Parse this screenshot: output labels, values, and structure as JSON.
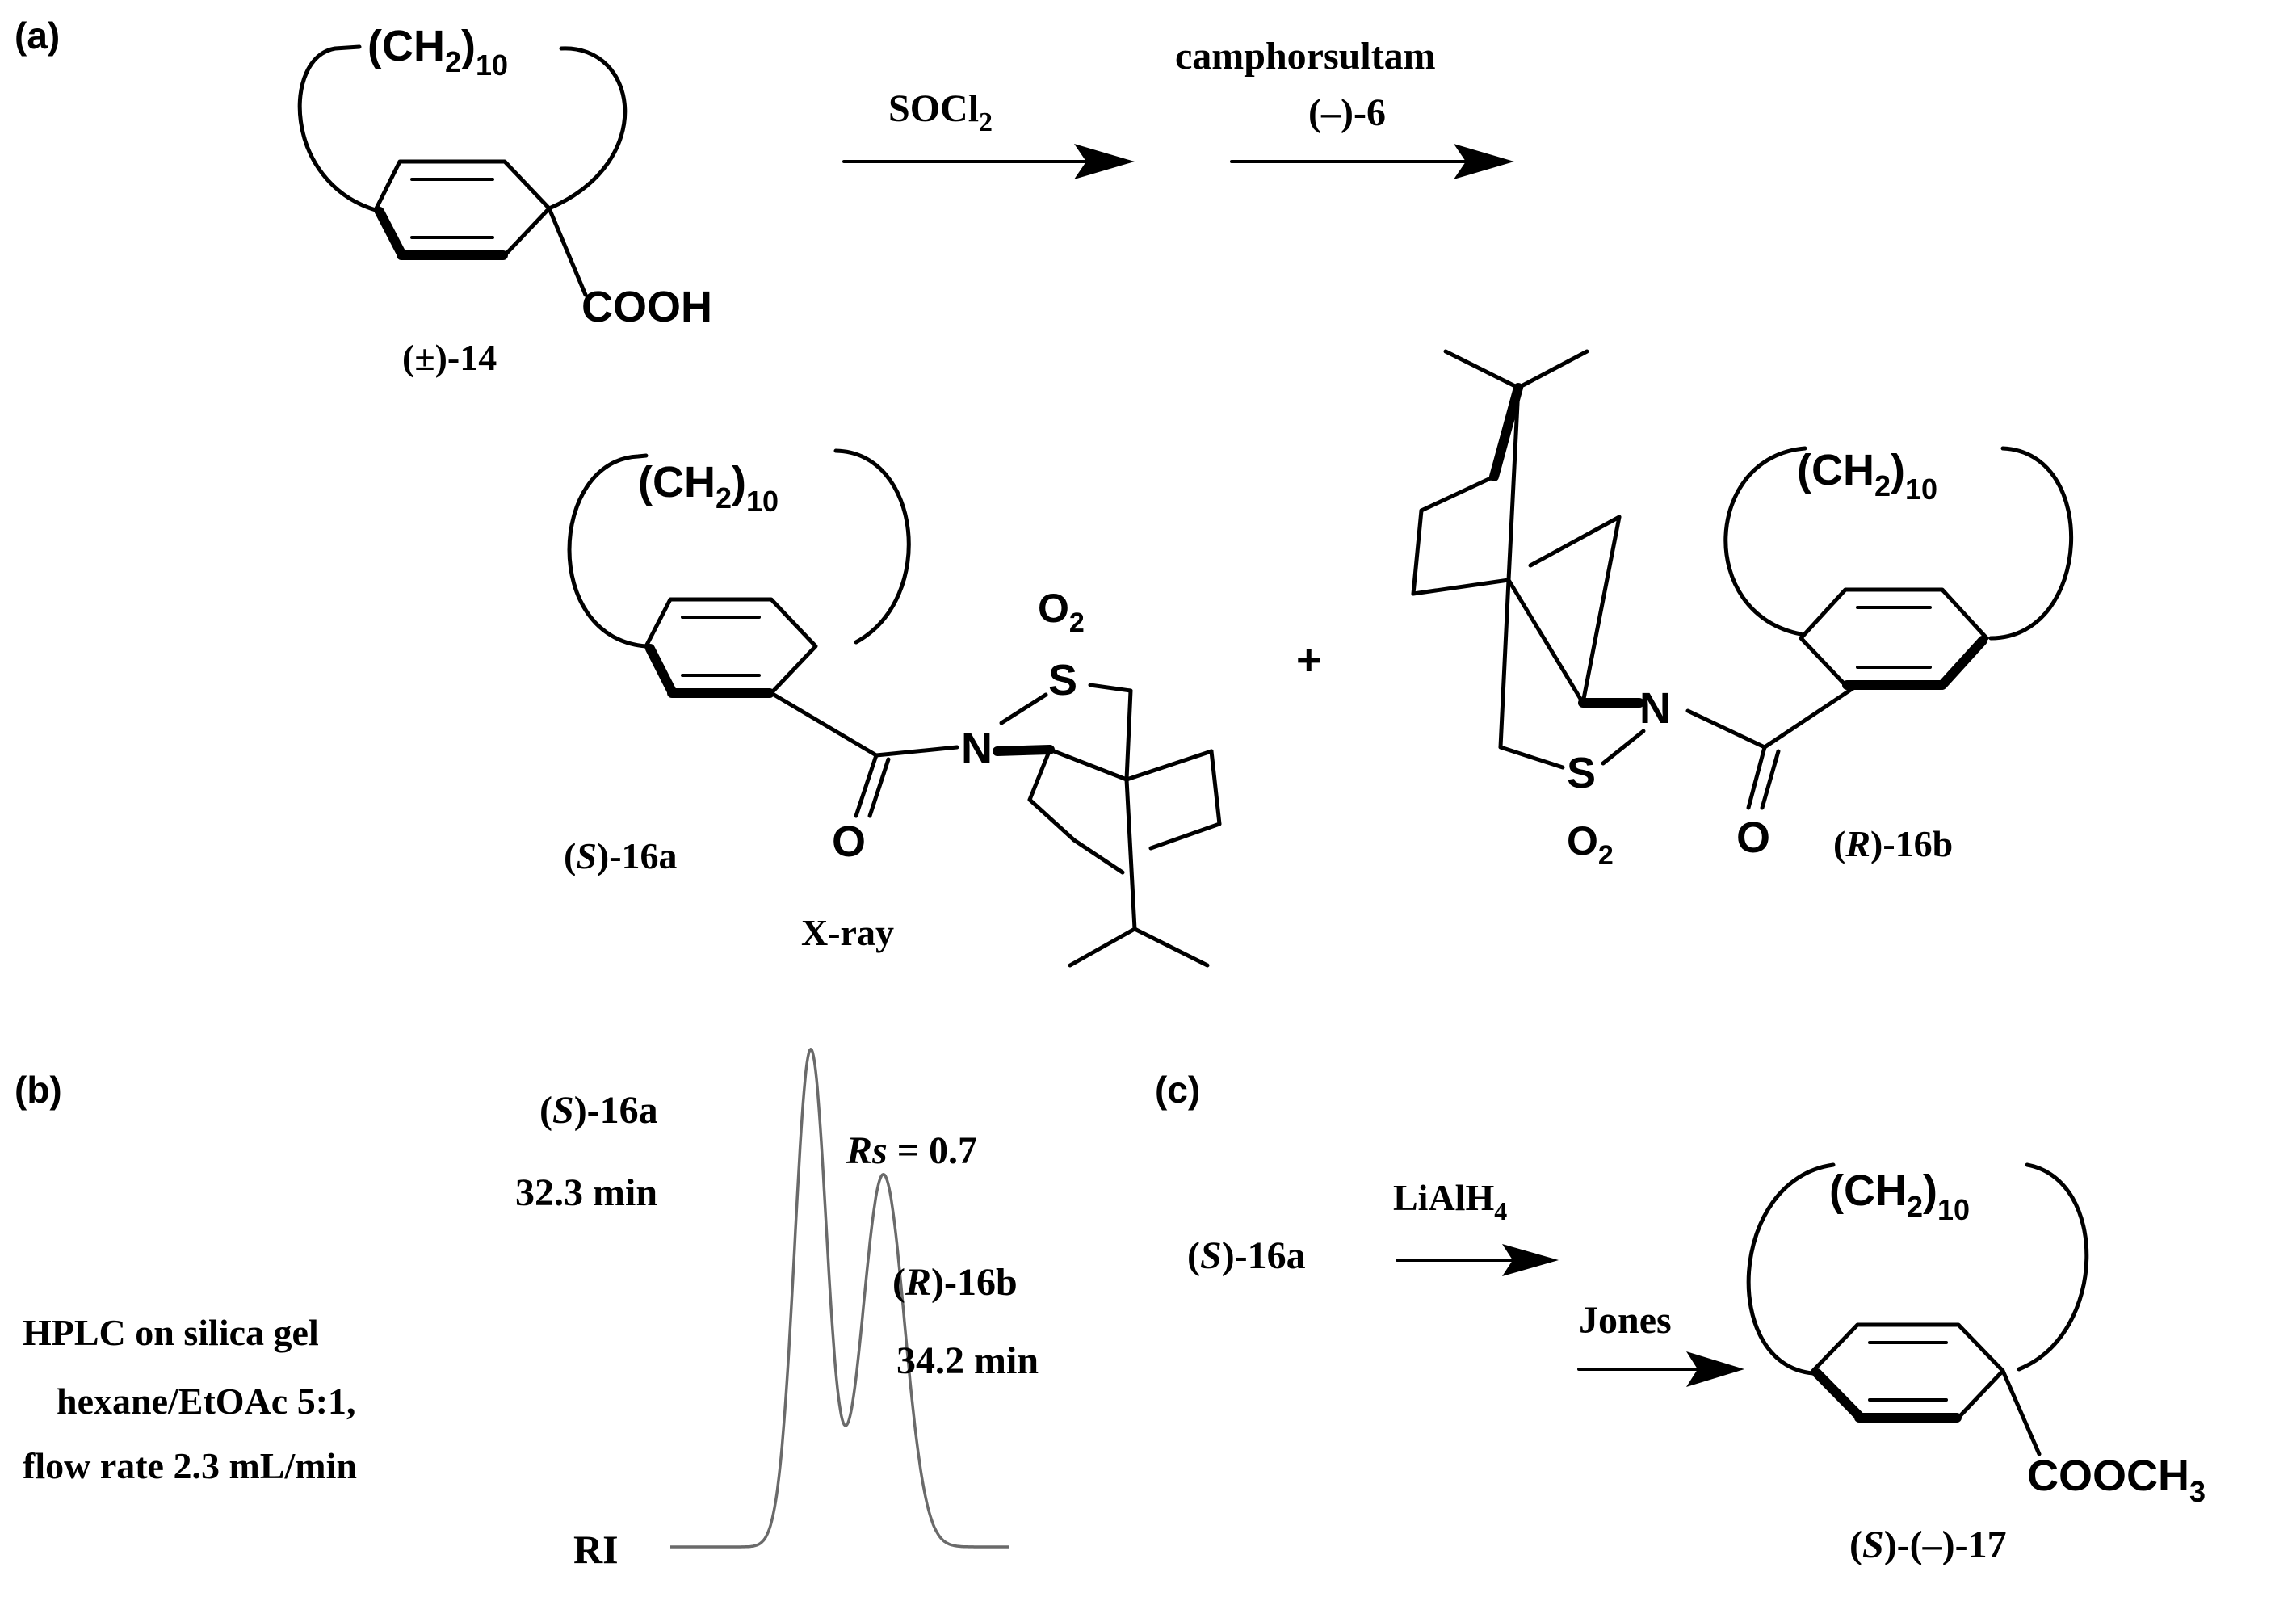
{
  "panels": {
    "a": {
      "label": "(a)",
      "start": {
        "ring_chain": "(CH",
        "ring_sub": "2",
        "ring_close": ")",
        "ring_n": "10",
        "group": "COOH",
        "name": "(±)-14"
      },
      "step1": {
        "reagent": "SOCl",
        "reagent_sub": "2"
      },
      "step2": {
        "reagent": "camphorsultam",
        "reagent_line2": "(–)-6"
      },
      "product1": {
        "ring_chain": "(CH",
        "ring_sub": "2",
        "ring_close": ")",
        "ring_n": "10",
        "o2": "O",
        "o2_sub": "2",
        "s": "S",
        "n": "N",
        "o": "O",
        "name_open": "(",
        "name_italic": "S",
        "name_rest": ")-16a",
        "note": "X-ray"
      },
      "plus": "+",
      "product2": {
        "ring_chain": "(CH",
        "ring_sub": "2",
        "ring_close": ")",
        "ring_n": "10",
        "o2": "O",
        "o2_sub": "2",
        "s": "S",
        "n": "N",
        "o": "O",
        "name_open": "(",
        "name_italic": "R",
        "name_rest": ")-16b"
      }
    },
    "b": {
      "label": "(b)",
      "peak1": {
        "name_open": "(",
        "name_italic": "S",
        "name_rest": ")-16a",
        "time": "32.3 min"
      },
      "peak2": {
        "name_open": "(",
        "name_italic": "R",
        "name_rest": ")-16b",
        "time": "34.2 min"
      },
      "resolution": {
        "symbol": "Rs",
        "value": " = 0.7"
      },
      "conditions": [
        "HPLC on silica gel",
        "hexane/EtOAc 5:1,",
        "flow rate 2.3 mL/min"
      ],
      "detector": "RI"
    },
    "c": {
      "label": "(c)",
      "start": {
        "name_open": "(",
        "name_italic": "S",
        "name_rest": ")-16a"
      },
      "reagent1": {
        "text": "LiAlH",
        "sub": "4"
      },
      "reagent2": "Jones",
      "product": {
        "ring_chain": "(CH",
        "ring_sub": "2",
        "ring_close": ")",
        "ring_n": "10",
        "group": "COOCH",
        "group_sub": "3",
        "name_open": "(",
        "name_italic": "S",
        "name_rest": ")-(–)-17"
      }
    }
  },
  "colors": {
    "ink": "#000000",
    "trace": "#6a6a6a",
    "background": "#ffffff"
  },
  "chromatogram": {
    "retention_min": [
      32.3,
      34.2
    ],
    "relative_height": [
      1.0,
      0.75
    ],
    "resolution": 0.7
  }
}
